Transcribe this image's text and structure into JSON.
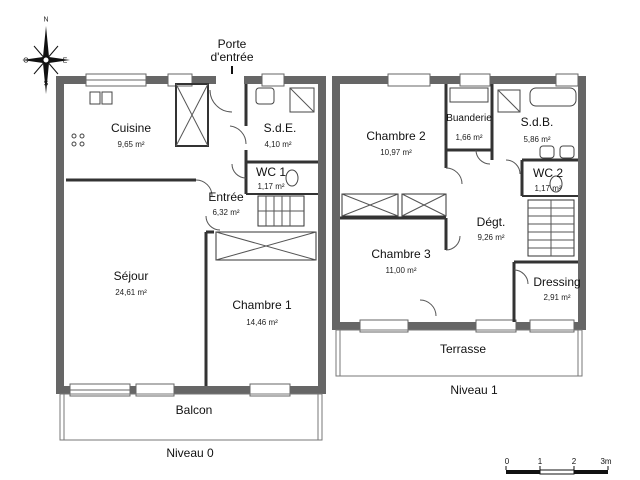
{
  "compass": {
    "n": "N",
    "s": "S",
    "e": "E",
    "o": "O"
  },
  "entrance": {
    "line1": "Porte",
    "line2": "d'entrée"
  },
  "level0": {
    "name": "Niveau 0",
    "rooms": {
      "cuisine": {
        "name": "Cuisine",
        "area": "9,65 m²"
      },
      "sde": {
        "name": "S.d.E.",
        "area": "4,10 m²"
      },
      "wc1": {
        "name": "WC 1",
        "area": "1,17 m²"
      },
      "entree": {
        "name": "Entrée",
        "area": "6,32 m²"
      },
      "sejour": {
        "name": "Séjour",
        "area": "24,61 m²"
      },
      "chambre1": {
        "name": "Chambre 1",
        "area": "14,46 m²"
      },
      "balcon": {
        "name": "Balcon"
      }
    }
  },
  "level1": {
    "name": "Niveau 1",
    "rooms": {
      "chambre2": {
        "name": "Chambre 2",
        "area": "10,97 m²"
      },
      "buanderie": {
        "name": "Buanderie",
        "area": "1,66 m²"
      },
      "sdb": {
        "name": "S.d.B.",
        "area": "5,86 m²"
      },
      "wc2": {
        "name": "WC 2",
        "area": "1,17 m²"
      },
      "degt": {
        "name": "Dégt.",
        "area": "9,26 m²"
      },
      "chambre3": {
        "name": "Chambre 3",
        "area": "11,00 m²"
      },
      "dressing": {
        "name": "Dressing",
        "area": "2,91 m²"
      },
      "terrasse": {
        "name": "Terrasse"
      }
    }
  },
  "scale": {
    "t0": "0",
    "t1": "1",
    "t2": "2",
    "t3": "3m"
  }
}
